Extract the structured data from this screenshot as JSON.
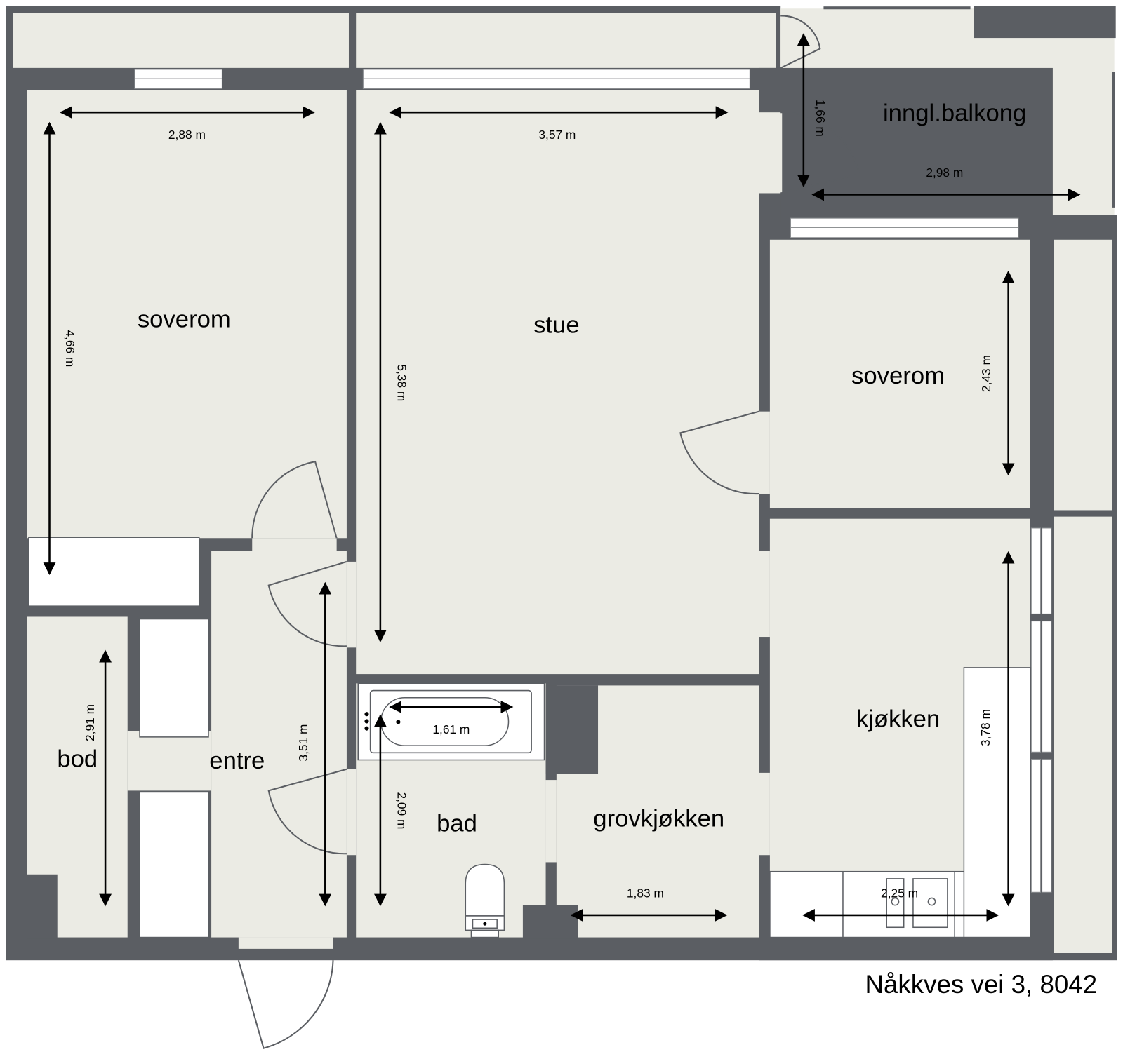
{
  "plan": {
    "address": "Nåkkves vei 3, 8042",
    "colors": {
      "wall": "#5b5e63",
      "floor": "#ebebe4",
      "fixture": "#ffffff"
    },
    "rooms": {
      "soverom_left": "soverom",
      "stue": "stue",
      "balkong": "inngl.balkong",
      "soverom_right": "soverom",
      "kjokken": "kjøkken",
      "grovkjokken": "grovkjøkken",
      "bad": "bad",
      "entre": "entre",
      "bod": "bod"
    },
    "dimensions": {
      "soverom_left_w": "2,88 m",
      "soverom_left_h": "4,66 m",
      "stue_w": "3,57 m",
      "stue_h": "5,38 m",
      "balkong_h": "1,66 m",
      "balkong_w": "2,98 m",
      "soverom_right_h": "2,43 m",
      "kjokken_h": "3,78 m",
      "kjokken_w": "2,25 m",
      "grovkjokken_w": "1,83 m",
      "bad_h": "2,09 m",
      "bath_w": "1,61 m",
      "entre_h": "3,51 m",
      "bod_h": "2,91 m"
    }
  }
}
